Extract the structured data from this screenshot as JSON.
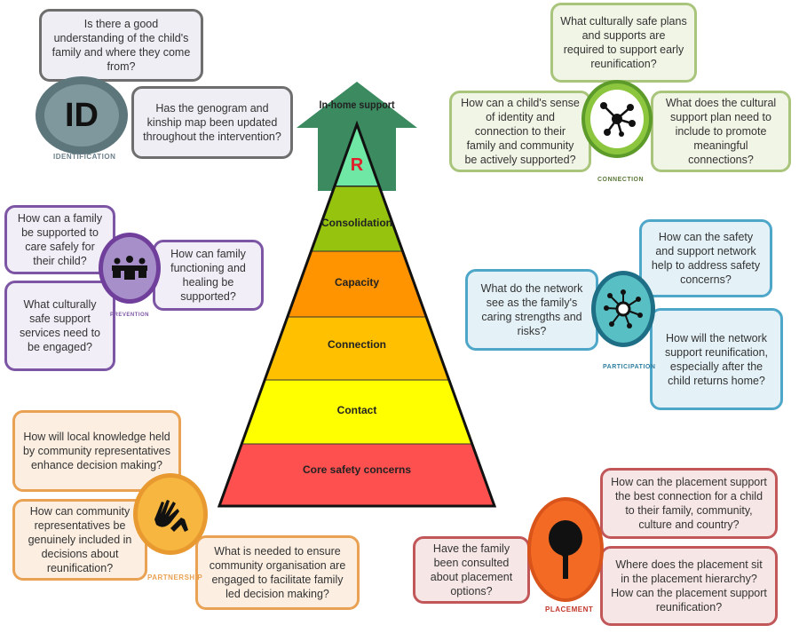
{
  "pyramid": {
    "top_label": "In-home support",
    "levels": [
      "R",
      "Consolidation",
      "Capacity",
      "Connection",
      "Contact",
      "Core safety concerns"
    ]
  },
  "identification": {
    "label": "IDENTIFICATION",
    "icon_text": "ID",
    "questions": [
      "Is there a good understanding of the child's family and where they come from?",
      "Has the genogram and kinship map been updated throughout the intervention?"
    ]
  },
  "prevention": {
    "label": "PREVENTION",
    "questions": [
      "How can a family be supported to care safely for their child?",
      "What culturally safe support services need to be engaged?",
      "How can family functioning and healing be supported?"
    ]
  },
  "partnership": {
    "label": "PARTNERSHIP",
    "questions": [
      "How will local knowledge held by community representatives enhance decision making?",
      "How can community representatives be genuinely included in decisions about reunification?",
      "What is needed to ensure community organisation are engaged to facilitate family led decision making?"
    ]
  },
  "connection": {
    "label": "CONNECTION",
    "questions": [
      "What culturally safe plans and supports are required to support early reunification?",
      "How can a child's sense of identity and connection to their family and community be actively supported?",
      "What does the cultural support plan need to include to promote meaningful connections?"
    ]
  },
  "participation": {
    "label": "PARTICIPATION",
    "questions": [
      "How can the safety and support network help to address safety concerns?",
      "What do the network see as the family's caring strengths and risks?",
      "How will the network support reunification, especially after the child returns home?"
    ]
  },
  "placement": {
    "label": "PLACEMENT",
    "questions": [
      "How can the placement support the best connection for a child to their family, community, culture and country?",
      "Have the family been consulted about placement options?",
      "Where does the placement sit in the placement hierarchy? How can the placement support reunification?"
    ]
  }
}
